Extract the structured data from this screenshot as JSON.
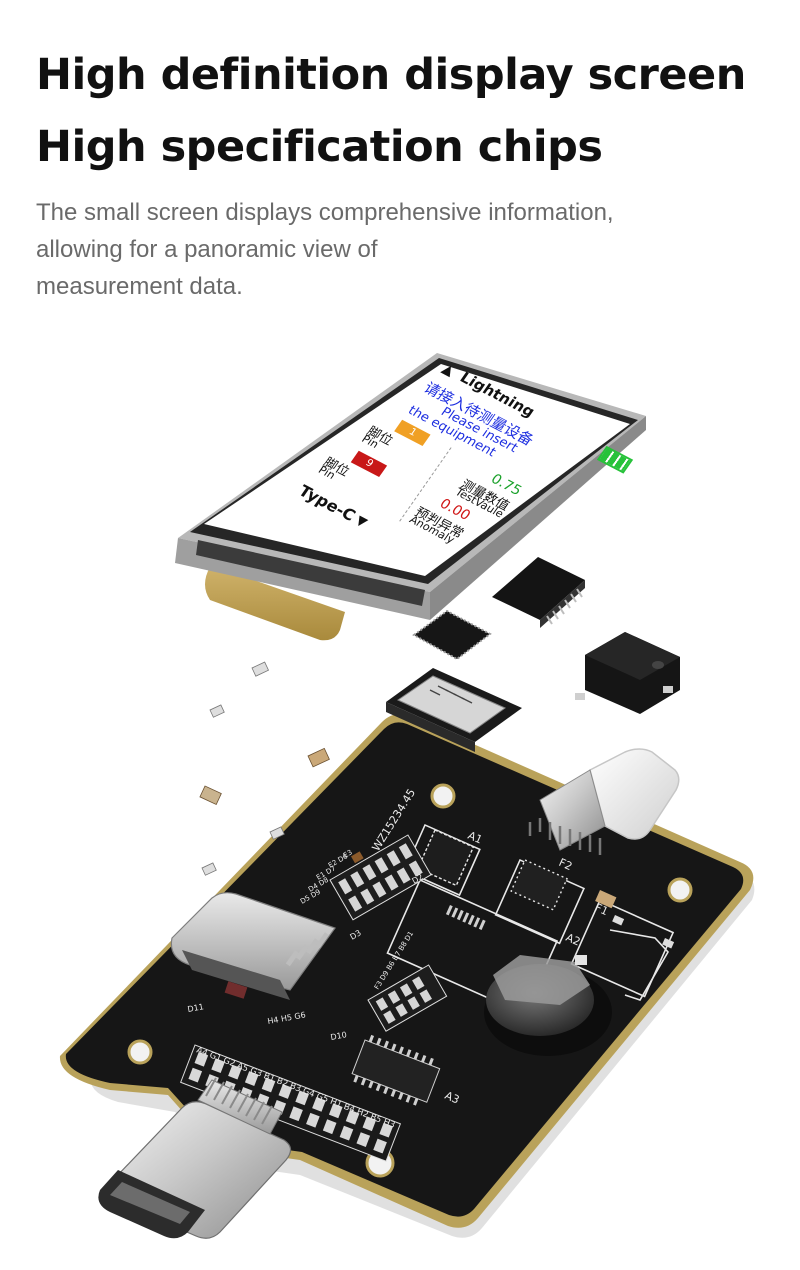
{
  "headline": {
    "line1": "High definition display screen",
    "line2": "High specification chips"
  },
  "subtitle": {
    "line1": "The small screen displays comprehensive information,",
    "line2": "allowing for a panoramic view of",
    "line3": "measurement data."
  },
  "display": {
    "top_label": "Lightning",
    "prompt_cn": "请接入待测量设备",
    "prompt_en_1": "Please insert",
    "prompt_en_2": "the equipment",
    "pin1_value": "1",
    "pin_cn": "脚位",
    "pin_en": "Pin",
    "pin2_value": "9",
    "test_value": "0.75",
    "test_cn": "测量数值",
    "test_en": "TestVaule",
    "anomaly_value": "0.00",
    "anomaly_cn": "预判异常",
    "anomaly_en": "Anomaly",
    "bottom_label": "Type-C"
  },
  "pcb": {
    "model": "WZ15234.45",
    "a1": "A1",
    "a2": "A2",
    "a3": "A3",
    "f1": "F1",
    "f2": "F2",
    "bottom_pins": "A4 G1 G2 A5 G3 B1 B2 B3 G4 G5 H1 B4 H2 B5 H3",
    "hpins": "H4 H5 G6",
    "d10": "D10",
    "d11": "D11",
    "d3": "D3",
    "d2": "D2",
    "left_pins_1": "E3",
    "left_pins_2": "E2 D6",
    "left_pins_3": "E1 D7",
    "left_pins_4": "D4 D8",
    "left_pins_5": "D5 D9",
    "mid_pins": "F3 D9 B6 B7 B8 D1"
  },
  "colors": {
    "lcd_blue": "#1d2ee0",
    "lcd_green": "#1aa12a",
    "lcd_red": "#d01515",
    "pin1_badge": "#f0a024",
    "pin2_badge": "#c81818",
    "battery": "#27c23a",
    "pcb_black": "#161616",
    "pcb_gold_edge": "#b9a25a"
  }
}
